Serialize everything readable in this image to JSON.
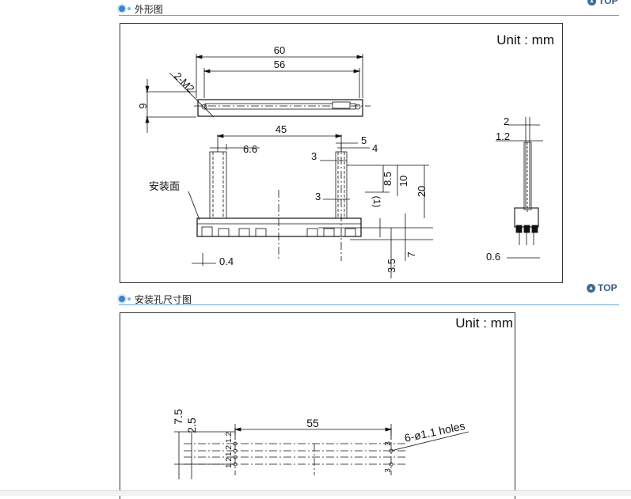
{
  "section1": {
    "title": "外形图",
    "unit": "Unit : mm"
  },
  "section2": {
    "title": "安装孔尺寸图",
    "unit": "Unit : mm"
  },
  "top_link": {
    "label": "TOP",
    "partial_label": "TOP"
  },
  "diagram1": {
    "dims": {
      "d60": "60",
      "d56": "56",
      "d9": "9",
      "m2": "2-M2",
      "d45": "45",
      "d66": "6.6",
      "d5": "5",
      "d4": "4",
      "d3a": "3",
      "d85": "8.5",
      "d10": "10",
      "d20": "20",
      "d3b": "3",
      "d1": "(1)",
      "d7": "7",
      "d35": "3.5",
      "d04": "0.4",
      "d2": "2",
      "d12": "1.2",
      "d06": "0.6"
    },
    "label_mount": "安装面"
  },
  "diagram2": {
    "dims": {
      "d75": "7.5",
      "d25": "2.5",
      "d55": "55",
      "holes": "6-ø1.1 holes",
      "s12a": "1.2",
      "s12b": "1.2",
      "s12c": "1.2",
      "s3a": "3",
      "s3b": "3"
    }
  }
}
